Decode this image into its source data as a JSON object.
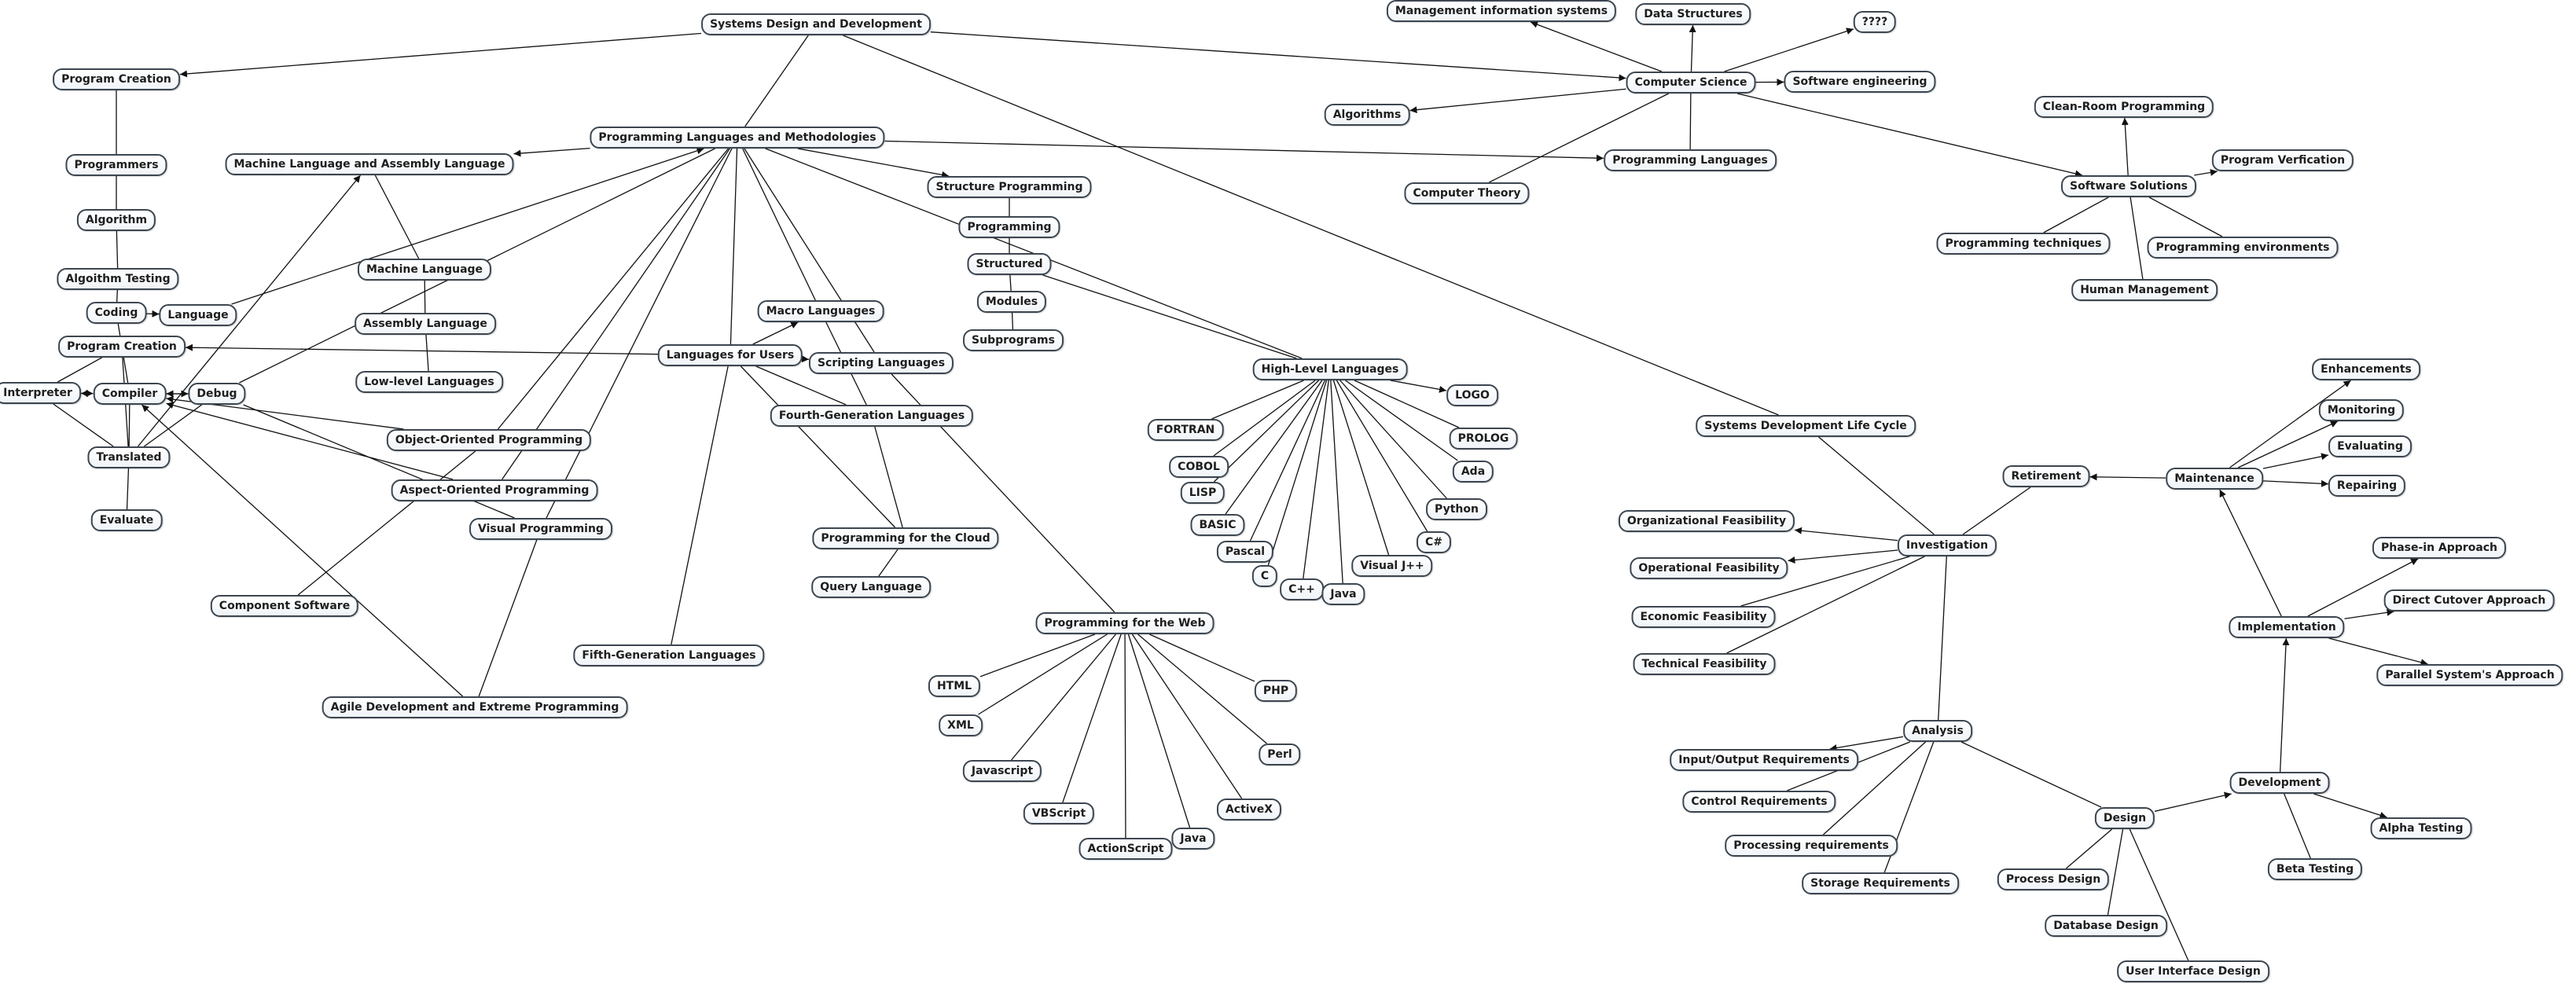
{
  "diagram": {
    "nodes": [
      {
        "id": "sdd",
        "label": "Systems Design and Development"
      },
      {
        "id": "pc1",
        "label": "Program Creation"
      },
      {
        "id": "plm",
        "label": "Programming Languages and Methodologies"
      },
      {
        "id": "mis",
        "label": "Management information systems"
      },
      {
        "id": "ds",
        "label": "Data Structures"
      },
      {
        "id": "q4",
        "label": "????"
      },
      {
        "id": "cs",
        "label": "Computer Science"
      },
      {
        "id": "se",
        "label": "Software engineering"
      },
      {
        "id": "alg",
        "label": "Algorithms"
      },
      {
        "id": "ctheory",
        "label": "Computer Theory"
      },
      {
        "id": "pl",
        "label": "Programming Languages"
      },
      {
        "id": "crp",
        "label": "Clean-Room Programming"
      },
      {
        "id": "ss",
        "label": "Software Solutions"
      },
      {
        "id": "pv",
        "label": "Program Verfication"
      },
      {
        "id": "pt",
        "label": "Programming techniques"
      },
      {
        "id": "pe",
        "label": "Programming environments"
      },
      {
        "id": "hm",
        "label": "Human Management"
      },
      {
        "id": "programmers",
        "label": "Programmers"
      },
      {
        "id": "algorithm",
        "label": "Algorithm"
      },
      {
        "id": "algtest",
        "label": "Algoithm Testing"
      },
      {
        "id": "coding",
        "label": "Coding"
      },
      {
        "id": "language",
        "label": "Language"
      },
      {
        "id": "pc2",
        "label": "Program Creation"
      },
      {
        "id": "interp",
        "label": "Interpreter"
      },
      {
        "id": "compiler",
        "label": "Compiler"
      },
      {
        "id": "debug",
        "label": "Debug"
      },
      {
        "id": "translated",
        "label": "Translated"
      },
      {
        "id": "evaluate",
        "label": "Evaluate"
      },
      {
        "id": "mlal",
        "label": "Machine Language and Assembly Language"
      },
      {
        "id": "ml",
        "label": "Machine Language"
      },
      {
        "id": "al",
        "label": "Assembly Language"
      },
      {
        "id": "lll",
        "label": "Low-level Languages"
      },
      {
        "id": "sp",
        "label": "Structure Programming"
      },
      {
        "id": "prog",
        "label": "Programming"
      },
      {
        "id": "structured",
        "label": "Structured"
      },
      {
        "id": "modules",
        "label": "Modules"
      },
      {
        "id": "subprograms",
        "label": "Subprograms"
      },
      {
        "id": "macro",
        "label": "Macro Languages"
      },
      {
        "id": "lfu",
        "label": "Languages for Users"
      },
      {
        "id": "scripting",
        "label": "Scripting Languages"
      },
      {
        "id": "fgl",
        "label": "Fourth-Generation Languages"
      },
      {
        "id": "oop",
        "label": "Object-Oriented Programming"
      },
      {
        "id": "aop",
        "label": "Aspect-Oriented Programming"
      },
      {
        "id": "vp",
        "label": "Visual Programming"
      },
      {
        "id": "cloud",
        "label": "Programming for the Cloud"
      },
      {
        "id": "ql",
        "label": "Query Language"
      },
      {
        "id": "compsw",
        "label": "Component Software"
      },
      {
        "id": "fifth",
        "label": "Fifth-Generation Languages"
      },
      {
        "id": "agile",
        "label": "Agile Development and Extreme Programming"
      },
      {
        "id": "hll",
        "label": "High-Level Languages"
      },
      {
        "id": "logo",
        "label": "LOGO"
      },
      {
        "id": "fortran",
        "label": "FORTRAN"
      },
      {
        "id": "prolog",
        "label": "PROLOG"
      },
      {
        "id": "cobol",
        "label": "COBOL"
      },
      {
        "id": "ada",
        "label": "Ada"
      },
      {
        "id": "lisp",
        "label": "LISP"
      },
      {
        "id": "python",
        "label": "Python"
      },
      {
        "id": "basic",
        "label": "BASIC"
      },
      {
        "id": "csharp",
        "label": "C#"
      },
      {
        "id": "pascal",
        "label": "Pascal"
      },
      {
        "id": "vj",
        "label": "Visual J++"
      },
      {
        "id": "c",
        "label": "C"
      },
      {
        "id": "cpp",
        "label": "C++"
      },
      {
        "id": "java1",
        "label": "Java"
      },
      {
        "id": "pweb",
        "label": "Programming for the Web"
      },
      {
        "id": "html",
        "label": "HTML"
      },
      {
        "id": "php",
        "label": "PHP"
      },
      {
        "id": "xml",
        "label": "XML"
      },
      {
        "id": "perl",
        "label": "Perl"
      },
      {
        "id": "js",
        "label": "Javascript"
      },
      {
        "id": "vbs",
        "label": "VBScript"
      },
      {
        "id": "activex",
        "label": "ActiveX"
      },
      {
        "id": "java2",
        "label": "Java"
      },
      {
        "id": "as",
        "label": "ActionScript"
      },
      {
        "id": "sdlc",
        "label": "Systems Development Life Cycle"
      },
      {
        "id": "retirement",
        "label": "Retirement"
      },
      {
        "id": "maintenance",
        "label": "Maintenance"
      },
      {
        "id": "enh",
        "label": "Enhancements"
      },
      {
        "id": "mon",
        "label": "Monitoring"
      },
      {
        "id": "evaluating",
        "label": "Evaluating"
      },
      {
        "id": "repairing",
        "label": "Repairing"
      },
      {
        "id": "orgf",
        "label": "Organizational Feasibility"
      },
      {
        "id": "inv",
        "label": "Investigation"
      },
      {
        "id": "opf",
        "label": "Operational Feasibility"
      },
      {
        "id": "ecf",
        "label": "Economic Feasibility"
      },
      {
        "id": "tf",
        "label": "Technical Feasibility"
      },
      {
        "id": "phase",
        "label": "Phase-in Approach"
      },
      {
        "id": "impl",
        "label": "Implementation"
      },
      {
        "id": "dca",
        "label": "Direct Cutover Approach"
      },
      {
        "id": "psa",
        "label": "Parallel System's Approach"
      },
      {
        "id": "analysis",
        "label": "Analysis"
      },
      {
        "id": "ior",
        "label": "Input/Output Requirements"
      },
      {
        "id": "cr",
        "label": "Control Requirements"
      },
      {
        "id": "pr",
        "label": "Processing requirements"
      },
      {
        "id": "sr",
        "label": "Storage Requirements"
      },
      {
        "id": "design",
        "label": "Design"
      },
      {
        "id": "dev",
        "label": "Development"
      },
      {
        "id": "at",
        "label": "Alpha Testing"
      },
      {
        "id": "bt",
        "label": "Beta Testing"
      },
      {
        "id": "pd",
        "label": "Process Design"
      },
      {
        "id": "dbd",
        "label": "Database Design"
      },
      {
        "id": "uid",
        "label": "User Interface Design"
      }
    ],
    "edges": [
      {
        "from": "sdd",
        "to": "pc1",
        "arrow": true
      },
      {
        "from": "sdd",
        "to": "cs",
        "arrow": true
      },
      {
        "from": "sdd",
        "to": "plm",
        "arrow": false
      },
      {
        "from": "sdd",
        "to": "sdlc",
        "arrow": false
      },
      {
        "from": "cs",
        "to": "mis",
        "arrow": true
      },
      {
        "from": "cs",
        "to": "ds",
        "arrow": true
      },
      {
        "from": "cs",
        "to": "q4",
        "arrow": true
      },
      {
        "from": "cs",
        "to": "se",
        "arrow": true
      },
      {
        "from": "cs",
        "to": "alg",
        "arrow": true
      },
      {
        "from": "cs",
        "to": "ctheory",
        "arrow": false
      },
      {
        "from": "cs",
        "to": "pl",
        "arrow": false
      },
      {
        "from": "cs",
        "to": "ss",
        "arrow": true
      },
      {
        "from": "ss",
        "to": "crp",
        "arrow": true
      },
      {
        "from": "ss",
        "to": "pv",
        "arrow": true
      },
      {
        "from": "ss",
        "to": "pt",
        "arrow": false
      },
      {
        "from": "ss",
        "to": "pe",
        "arrow": false
      },
      {
        "from": "ss",
        "to": "hm",
        "arrow": false
      },
      {
        "from": "plm",
        "to": "pl",
        "arrow": true
      },
      {
        "from": "plm",
        "to": "mlal",
        "arrow": true
      },
      {
        "from": "plm",
        "to": "sp",
        "arrow": true
      },
      {
        "from": "plm",
        "to": "hll",
        "arrow": false
      },
      {
        "from": "plm",
        "to": "macro",
        "arrow": false
      },
      {
        "from": "plm",
        "to": "scripting",
        "arrow": false
      },
      {
        "from": "plm",
        "to": "lfu",
        "arrow": false
      },
      {
        "from": "plm",
        "to": "oop",
        "arrow": false
      },
      {
        "from": "plm",
        "to": "aop",
        "arrow": false
      },
      {
        "from": "plm",
        "to": "vp",
        "arrow": false
      },
      {
        "from": "plm",
        "to": "debug",
        "arrow": false
      },
      {
        "from": "language",
        "to": "plm",
        "arrow": true
      },
      {
        "from": "pc1",
        "to": "programmers",
        "arrow": false
      },
      {
        "from": "programmers",
        "to": "algorithm",
        "arrow": false
      },
      {
        "from": "algorithm",
        "to": "algtest",
        "arrow": false
      },
      {
        "from": "algtest",
        "to": "coding",
        "arrow": false
      },
      {
        "from": "coding",
        "to": "language",
        "arrow": true
      },
      {
        "from": "coding",
        "to": "pc2",
        "arrow": false
      },
      {
        "from": "pc2",
        "to": "interp",
        "arrow": false
      },
      {
        "from": "pc2",
        "to": "compiler",
        "arrow": false
      },
      {
        "from": "pc2",
        "to": "translated",
        "arrow": false
      },
      {
        "from": "interp",
        "to": "compiler",
        "arrow": true
      },
      {
        "from": "compiler",
        "to": "interp",
        "arrow": true
      },
      {
        "from": "compiler",
        "to": "debug",
        "arrow": true
      },
      {
        "from": "debug",
        "to": "compiler",
        "arrow": true
      },
      {
        "from": "interp",
        "to": "translated",
        "arrow": false
      },
      {
        "from": "compiler",
        "to": "translated",
        "arrow": false
      },
      {
        "from": "debug",
        "to": "translated",
        "arrow": false
      },
      {
        "from": "translated",
        "to": "evaluate",
        "arrow": false
      },
      {
        "from": "translated",
        "to": "mlal",
        "arrow": true
      },
      {
        "from": "lfu",
        "to": "pc2",
        "arrow": true
      },
      {
        "from": "oop",
        "to": "compiler",
        "arrow": true
      },
      {
        "from": "aop",
        "to": "compiler",
        "arrow": true
      },
      {
        "from": "agile",
        "to": "compiler",
        "arrow": true
      },
      {
        "from": "debug",
        "to": "vp",
        "arrow": false
      },
      {
        "from": "mlal",
        "to": "ml",
        "arrow": false
      },
      {
        "from": "ml",
        "to": "al",
        "arrow": false
      },
      {
        "from": "al",
        "to": "lll",
        "arrow": false
      },
      {
        "from": "sp",
        "to": "prog",
        "arrow": false
      },
      {
        "from": "prog",
        "to": "structured",
        "arrow": false
      },
      {
        "from": "structured",
        "to": "modules",
        "arrow": false
      },
      {
        "from": "modules",
        "to": "subprograms",
        "arrow": false
      },
      {
        "from": "lfu",
        "to": "macro",
        "arrow": true
      },
      {
        "from": "lfu",
        "to": "scripting",
        "arrow": true
      },
      {
        "from": "lfu",
        "to": "fgl",
        "arrow": false
      },
      {
        "from": "lfu",
        "to": "cloud",
        "arrow": false
      },
      {
        "from": "lfu",
        "to": "fifth",
        "arrow": false
      },
      {
        "from": "macro",
        "to": "fgl",
        "arrow": false
      },
      {
        "from": "scripting",
        "to": "pweb",
        "arrow": false
      },
      {
        "from": "fgl",
        "to": "cloud",
        "arrow": false
      },
      {
        "from": "cloud",
        "to": "ql",
        "arrow": false
      },
      {
        "from": "oop",
        "to": "compsw",
        "arrow": false
      },
      {
        "from": "vp",
        "to": "agile",
        "arrow": false
      },
      {
        "from": "structured",
        "to": "hll",
        "arrow": false
      },
      {
        "from": "hll",
        "to": "logo",
        "arrow": true
      },
      {
        "from": "hll",
        "to": "fortran",
        "arrow": false
      },
      {
        "from": "hll",
        "to": "prolog",
        "arrow": false
      },
      {
        "from": "hll",
        "to": "cobol",
        "arrow": false
      },
      {
        "from": "hll",
        "to": "ada",
        "arrow": false
      },
      {
        "from": "hll",
        "to": "lisp",
        "arrow": false
      },
      {
        "from": "hll",
        "to": "python",
        "arrow": false
      },
      {
        "from": "hll",
        "to": "basic",
        "arrow": false
      },
      {
        "from": "hll",
        "to": "csharp",
        "arrow": false
      },
      {
        "from": "hll",
        "to": "pascal",
        "arrow": false
      },
      {
        "from": "hll",
        "to": "vj",
        "arrow": false
      },
      {
        "from": "hll",
        "to": "c",
        "arrow": false
      },
      {
        "from": "hll",
        "to": "cpp",
        "arrow": false
      },
      {
        "from": "hll",
        "to": "java1",
        "arrow": false
      },
      {
        "from": "pweb",
        "to": "html",
        "arrow": false
      },
      {
        "from": "pweb",
        "to": "php",
        "arrow": false
      },
      {
        "from": "pweb",
        "to": "xml",
        "arrow": false
      },
      {
        "from": "pweb",
        "to": "perl",
        "arrow": false
      },
      {
        "from": "pweb",
        "to": "js",
        "arrow": false
      },
      {
        "from": "pweb",
        "to": "vbs",
        "arrow": false
      },
      {
        "from": "pweb",
        "to": "activex",
        "arrow": false
      },
      {
        "from": "pweb",
        "to": "java2",
        "arrow": false
      },
      {
        "from": "pweb",
        "to": "as",
        "arrow": false
      },
      {
        "from": "sdlc",
        "to": "inv",
        "arrow": false
      },
      {
        "from": "inv",
        "to": "retirement",
        "arrow": false
      },
      {
        "from": "inv",
        "to": "orgf",
        "arrow": true
      },
      {
        "from": "inv",
        "to": "opf",
        "arrow": true
      },
      {
        "from": "inv",
        "to": "ecf",
        "arrow": false
      },
      {
        "from": "inv",
        "to": "tf",
        "arrow": false
      },
      {
        "from": "inv",
        "to": "analysis",
        "arrow": false
      },
      {
        "from": "maintenance",
        "to": "retirement",
        "arrow": true
      },
      {
        "from": "maintenance",
        "to": "enh",
        "arrow": true
      },
      {
        "from": "maintenance",
        "to": "mon",
        "arrow": true
      },
      {
        "from": "maintenance",
        "to": "evaluating",
        "arrow": true
      },
      {
        "from": "maintenance",
        "to": "repairing",
        "arrow": true
      },
      {
        "from": "impl",
        "to": "maintenance",
        "arrow": true
      },
      {
        "from": "impl",
        "to": "phase",
        "arrow": true
      },
      {
        "from": "impl",
        "to": "dca",
        "arrow": true
      },
      {
        "from": "impl",
        "to": "psa",
        "arrow": true
      },
      {
        "from": "dev",
        "to": "impl",
        "arrow": true
      },
      {
        "from": "analysis",
        "to": "ior",
        "arrow": true
      },
      {
        "from": "analysis",
        "to": "cr",
        "arrow": false
      },
      {
        "from": "analysis",
        "to": "pr",
        "arrow": false
      },
      {
        "from": "analysis",
        "to": "sr",
        "arrow": false
      },
      {
        "from": "analysis",
        "to": "design",
        "arrow": false
      },
      {
        "from": "design",
        "to": "dev",
        "arrow": true
      },
      {
        "from": "design",
        "to": "pd",
        "arrow": false
      },
      {
        "from": "design",
        "to": "dbd",
        "arrow": false
      },
      {
        "from": "design",
        "to": "uid",
        "arrow": false
      },
      {
        "from": "dev",
        "to": "at",
        "arrow": true
      },
      {
        "from": "dev",
        "to": "bt",
        "arrow": false
      }
    ]
  }
}
